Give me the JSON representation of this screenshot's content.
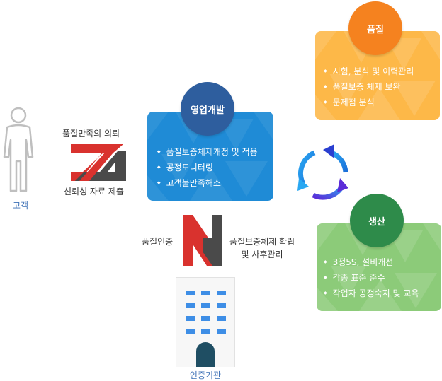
{
  "customer": {
    "label": "고객"
  },
  "customer_flow": {
    "top_label": "품질만족의 의뢰",
    "bottom_label": "신뢰성 자료 제출"
  },
  "sales": {
    "title": "영업개발",
    "items": [
      "품질보증체제개정 및 적용",
      "공정모니터링",
      "고객불만족해소"
    ],
    "color": "#1f8bd6"
  },
  "quality": {
    "title": "품질",
    "items": [
      "시험, 분석 및 이력관리",
      "품질보증 체제 보완",
      "문제점 분석"
    ],
    "color": "#fdb848"
  },
  "production": {
    "title": "생산",
    "items": [
      "3정5S, 설비개선",
      "각종 표준 준수",
      "작업자 공정숙지 및 교육"
    ],
    "color": "#8ccb79"
  },
  "certification_flow": {
    "left_label": "품질인증",
    "right_label_line1": "품질보증체제 확립",
    "right_label_line2": "및 사후관리"
  },
  "cert_agency": {
    "label": "인증기관"
  }
}
